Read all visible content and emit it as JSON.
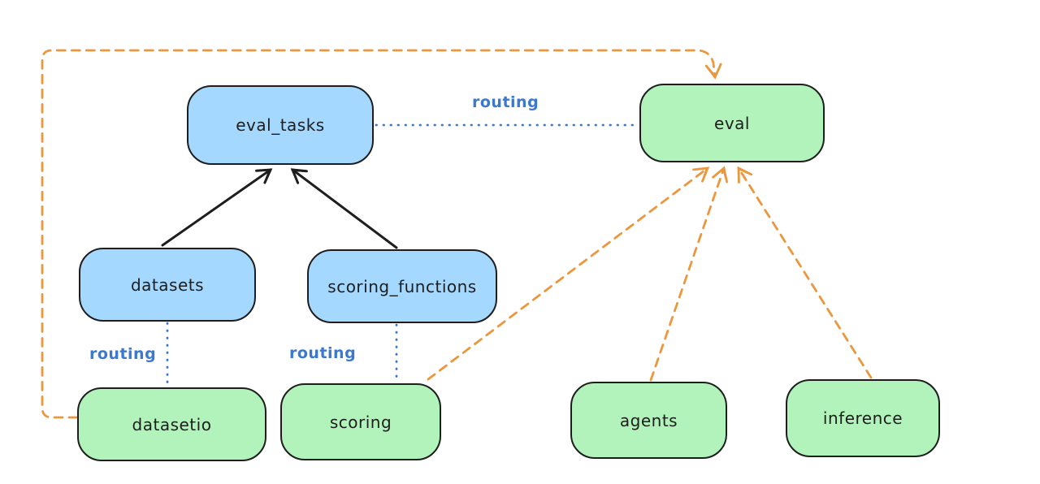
{
  "diagram": {
    "background_color": "#ffffff",
    "colors": {
      "node_stroke": "#1e1e1e",
      "blue_node_fill": "#a5d8ff",
      "green_node_fill": "#b2f2bb",
      "routing_line_blue": "#3b79cf",
      "dashed_arrow_orange": "#eb973d",
      "solid_arrow_black": "#1e1e1e"
    }
  },
  "nodes": {
    "eval_tasks": {
      "label": "eval_tasks",
      "fill": "#a5d8ff"
    },
    "eval": {
      "label": "eval",
      "fill": "#b2f2bb"
    },
    "datasets": {
      "label": "datasets",
      "fill": "#a5d8ff"
    },
    "scoring_functions": {
      "label": "scoring_functions",
      "fill": "#a5d8ff"
    },
    "datasetio": {
      "label": "datasetio",
      "fill": "#b2f2bb"
    },
    "scoring": {
      "label": "scoring",
      "fill": "#b2f2bb"
    },
    "agents": {
      "label": "agents",
      "fill": "#b2f2bb"
    },
    "inference": {
      "label": "inference",
      "fill": "#b2f2bb"
    }
  },
  "edge_labels": {
    "routing": "routing"
  },
  "edges": [
    {
      "from": "datasets",
      "to": "eval_tasks",
      "style": "solid-black-arrow"
    },
    {
      "from": "scoring_functions",
      "to": "eval_tasks",
      "style": "solid-black-arrow"
    },
    {
      "from": "eval_tasks",
      "to": "eval",
      "style": "dotted-blue-line",
      "label": "routing"
    },
    {
      "from": "datasets",
      "to": "datasetio",
      "style": "dotted-blue-line",
      "label": "routing"
    },
    {
      "from": "scoring_functions",
      "to": "scoring",
      "style": "dotted-blue-line",
      "label": "routing"
    },
    {
      "from": "datasetio",
      "to": "eval",
      "style": "dashed-orange-arrow"
    },
    {
      "from": "scoring",
      "to": "eval",
      "style": "dashed-orange-arrow"
    },
    {
      "from": "agents",
      "to": "eval",
      "style": "dashed-orange-arrow"
    },
    {
      "from": "inference",
      "to": "eval",
      "style": "dashed-orange-arrow"
    }
  ]
}
